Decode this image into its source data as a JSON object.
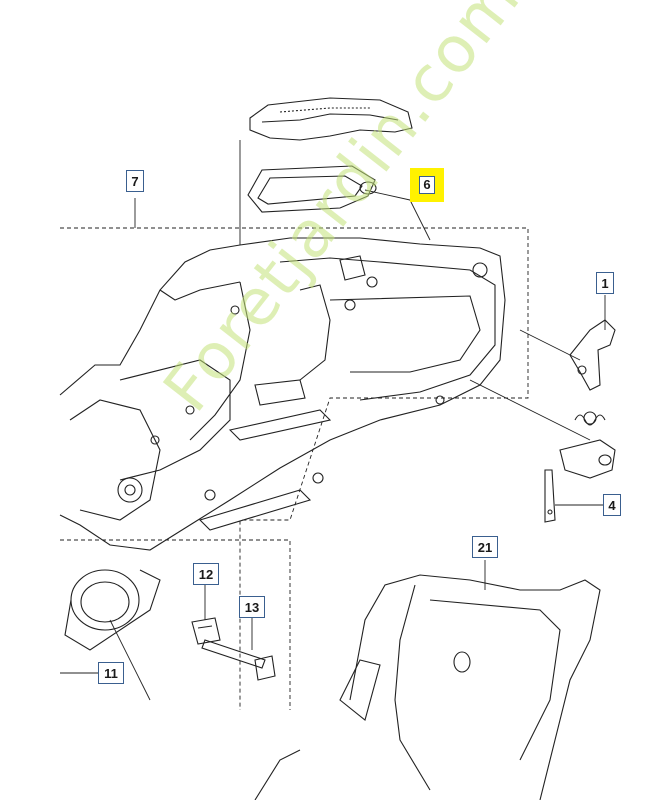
{
  "callouts": {
    "c1": "1",
    "c4": "4",
    "c6": "6",
    "c7": "7",
    "c11": "11",
    "c12": "12",
    "c13": "13",
    "c21": "21"
  },
  "watermark": {
    "text": "Foretjardin.com"
  },
  "colors": {
    "line": "#222222",
    "callout_border": "#3a5f8f",
    "highlight": "#fff200",
    "watermark": "#c3e178"
  }
}
